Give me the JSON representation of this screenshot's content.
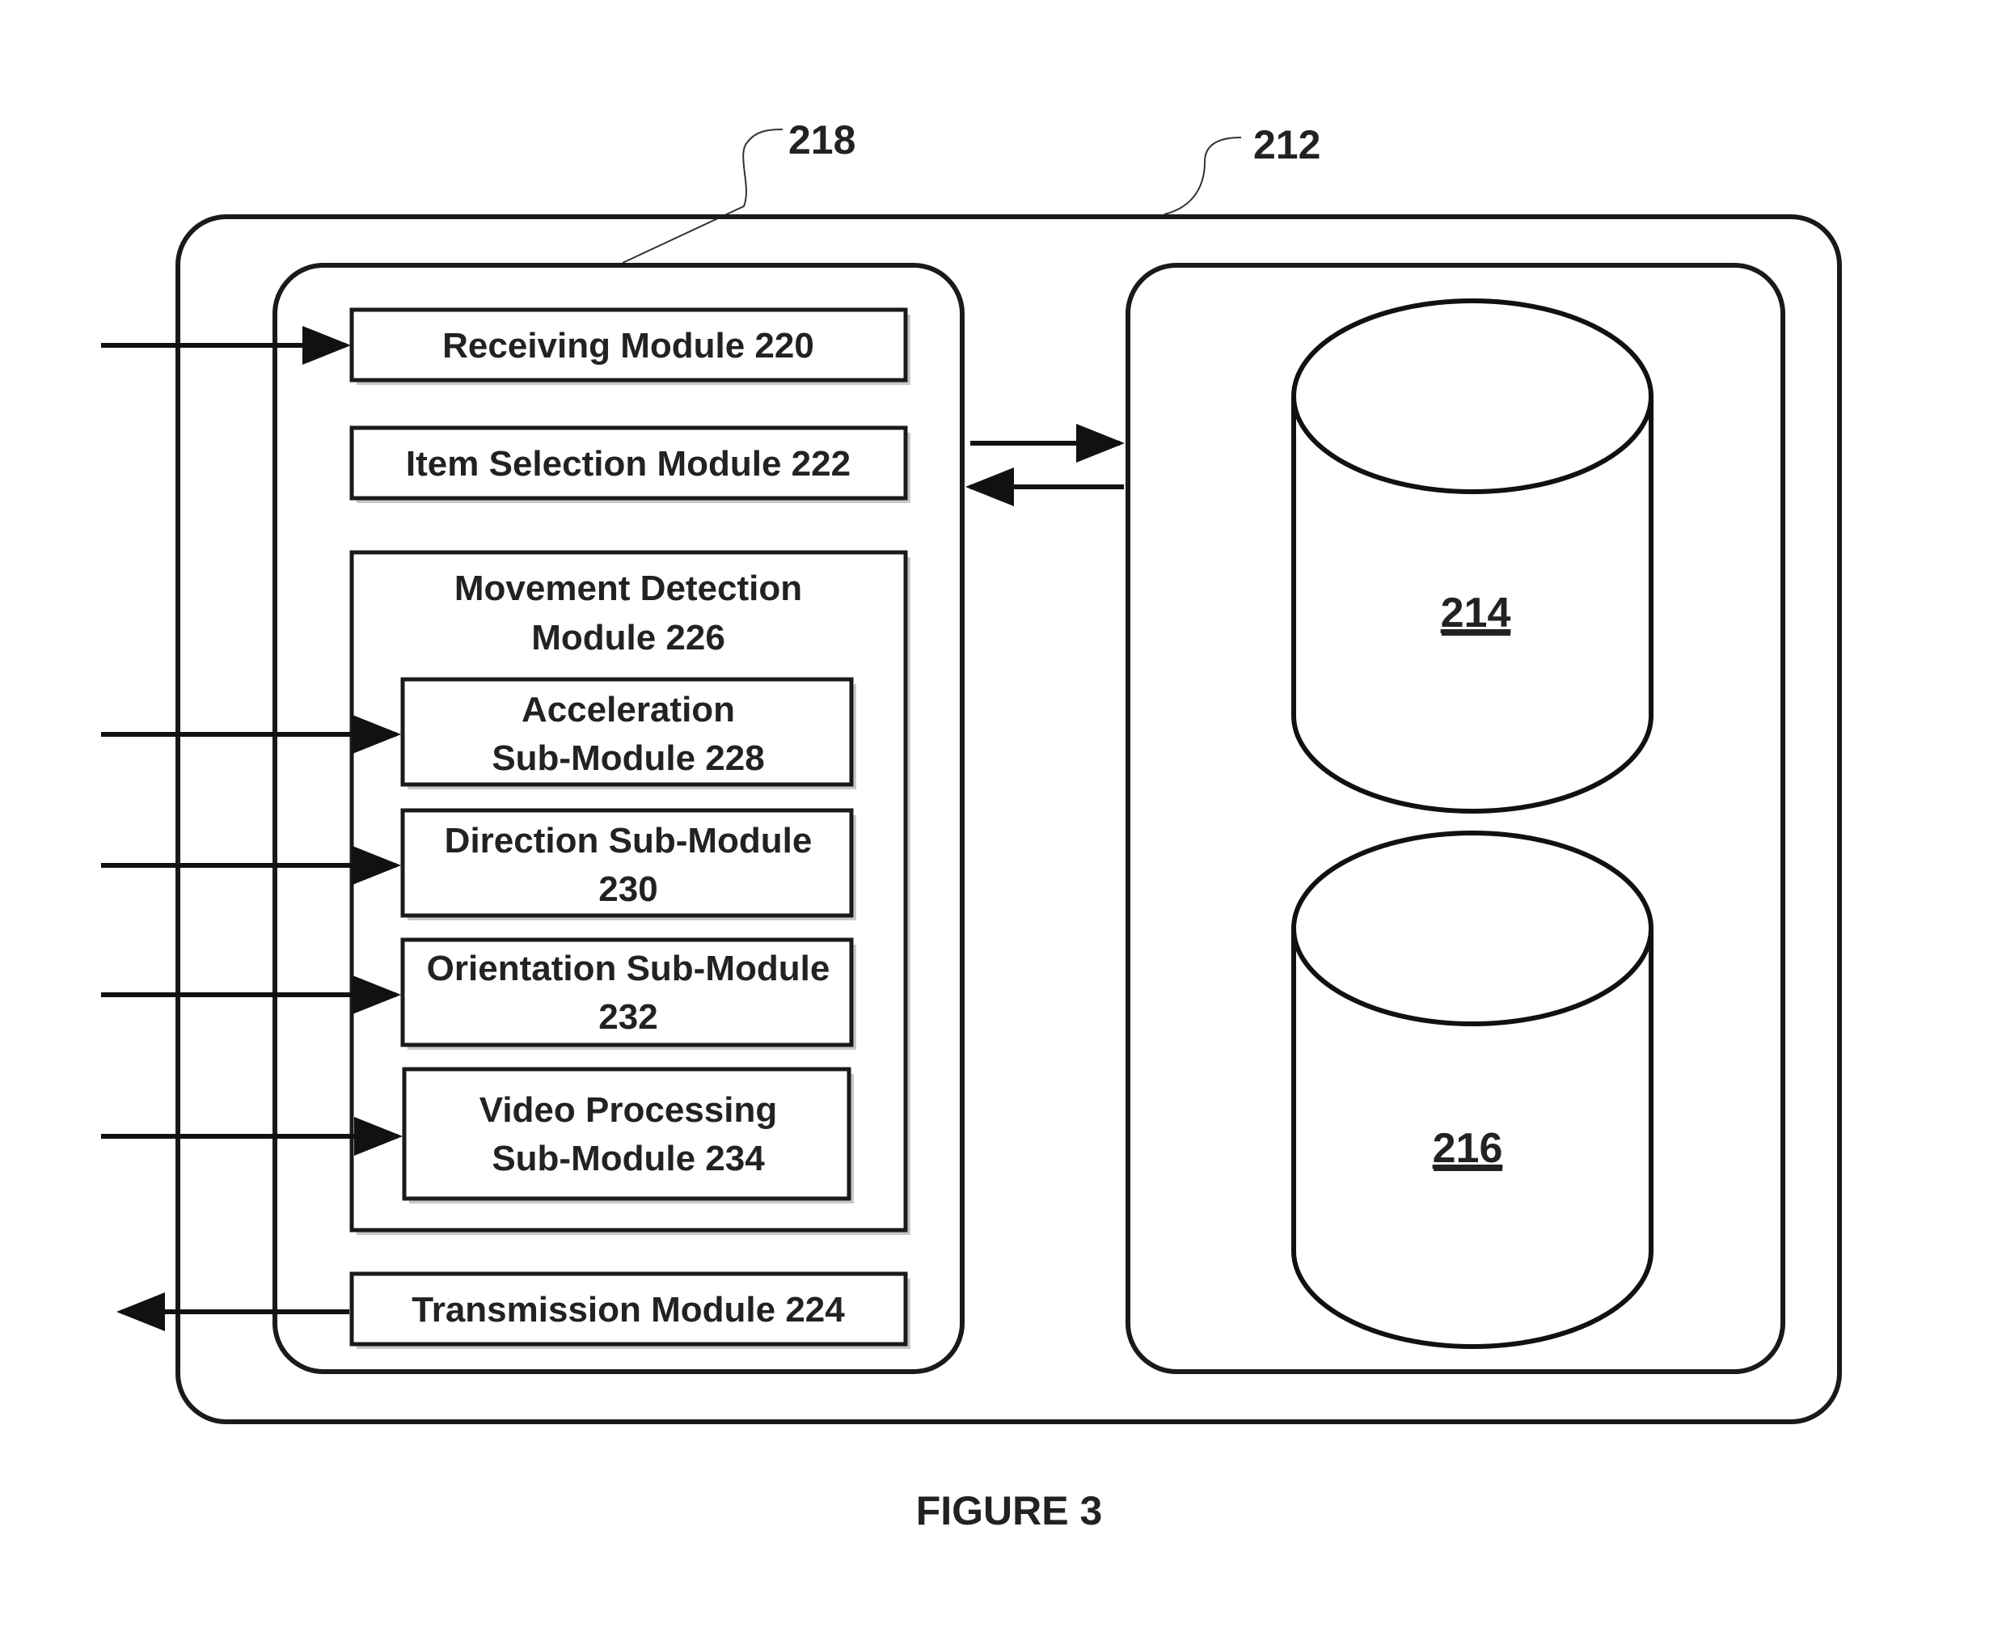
{
  "ref_labels": {
    "module_group": "218",
    "system": "212",
    "storage_top": "214",
    "storage_bottom": "216"
  },
  "modules": {
    "receiving": "Receiving Module 220",
    "item_selection": "Item Selection Module 222",
    "movement_detection": [
      "Movement Detection",
      "Module 226"
    ],
    "acceleration": [
      "Acceleration",
      "Sub-Module 228"
    ],
    "direction": [
      "Direction Sub-Module",
      "230"
    ],
    "orientation": [
      "Orientation Sub-Module",
      "232"
    ],
    "video_processing": [
      "Video Processing",
      "Sub-Module 234"
    ],
    "transmission": "Transmission Module 224"
  },
  "caption": "FIGURE 3"
}
